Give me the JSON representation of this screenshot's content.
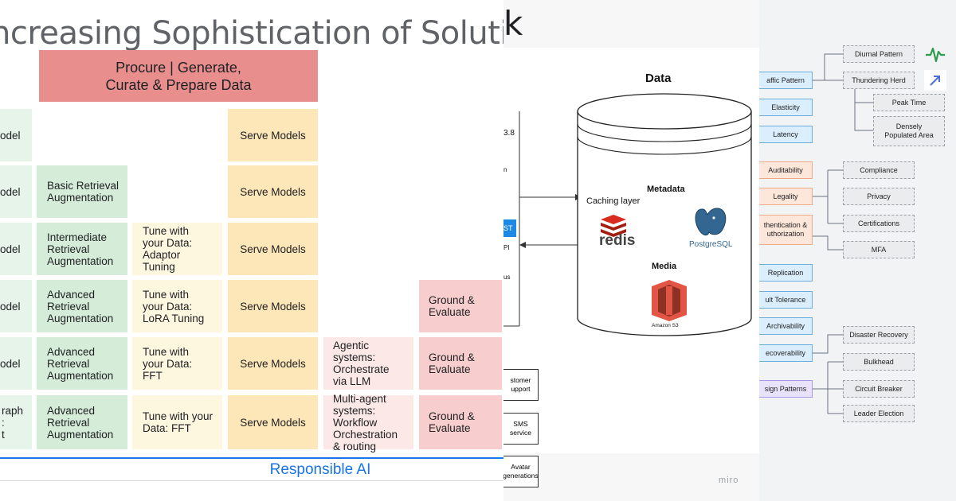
{
  "left_panel": {
    "title": "ncreasing Sophistication of Solutior",
    "procure": "Procure | Generate,\nCurate & Prepare Data",
    "col_model": [
      "odel",
      "odel",
      "odel",
      "odel",
      "odel",
      "raph\n:\nt"
    ],
    "col_retrieval": [
      "Basic Retrieval\nAugmentation",
      "Intermediate\nRetrieval\nAugmentation",
      "Advanced\nRetrieval\nAugmentation",
      "Advanced\nRetrieval\nAugmentation",
      "Advanced\nRetrieval\nAugmentation"
    ],
    "col_tune": [
      "Tune with\nyour Data:\nAdaptor\nTuning",
      "Tune with\nyour Data:\nLoRA Tuning",
      "Tune with\nyour Data:\nFFT",
      "Tune with your\nData: FFT"
    ],
    "col_serve": [
      "Serve Models",
      "Serve Models",
      "Serve Models",
      "Serve Models",
      "Serve Models",
      "Serve Models"
    ],
    "col_agent": [
      "Agentic\nsystems:\nOrchestrate\nvia LLM",
      "Multi-agent\nsystems:\nWorkflow\nOrchestration\n& routing"
    ],
    "col_ground": [
      "Ground &\nEvaluate",
      "Ground &\nEvaluate",
      "Ground &\nEvaluate"
    ],
    "responsible_ai": "Responsible AI"
  },
  "mid_panel": {
    "title_fragment": "k",
    "data_title": "Data",
    "metadata": "Metadata",
    "caching": "Caching layer",
    "redis": "redis",
    "postgres": "PostgreSQL",
    "media": "Media",
    "s3": "Amazon S3",
    "side_texts": [
      "3.8",
      "n",
      "ST",
      "PI",
      "us"
    ],
    "services": [
      "stomer\nupport",
      "SMS\nservice",
      "Avatar\ngenerations"
    ],
    "watermark": "miro"
  },
  "right_panel": {
    "main_items": [
      {
        "label": "affic Pattern",
        "color": "blue"
      },
      {
        "label": "Elasticity",
        "color": "blue"
      },
      {
        "label": "Latency",
        "color": "blue"
      },
      {
        "label": "Auditability",
        "color": "orange"
      },
      {
        "label": "Legality",
        "color": "orange"
      },
      {
        "label": "thentication &\nuthorization",
        "color": "orange"
      },
      {
        "label": "Replication",
        "color": "blue"
      },
      {
        "label": "ult Tolerance",
        "color": "blue"
      },
      {
        "label": "Archivability",
        "color": "blue"
      },
      {
        "label": "ecoverability",
        "color": "blue"
      },
      {
        "label": "sign Patterns",
        "color": "purple"
      }
    ],
    "sub_items": [
      "Diurnal Pattern",
      "Thundering Herd",
      "Peak Time",
      "Densely\nPopulated Area",
      "Compliance",
      "Privacy",
      "Certifications",
      "MFA",
      "Disaster Recovery",
      "Bulkhead",
      "Circuit Breaker",
      "Leader Election"
    ],
    "icons": [
      "pulse-icon",
      "trend-up-icon"
    ],
    "colors": {
      "blue_fill": "#dbeefe",
      "orange_fill": "#fde6da",
      "purple_fill": "#e8e3fb",
      "pulse": "#2e9b4e",
      "trend": "#4a6fd8"
    }
  }
}
